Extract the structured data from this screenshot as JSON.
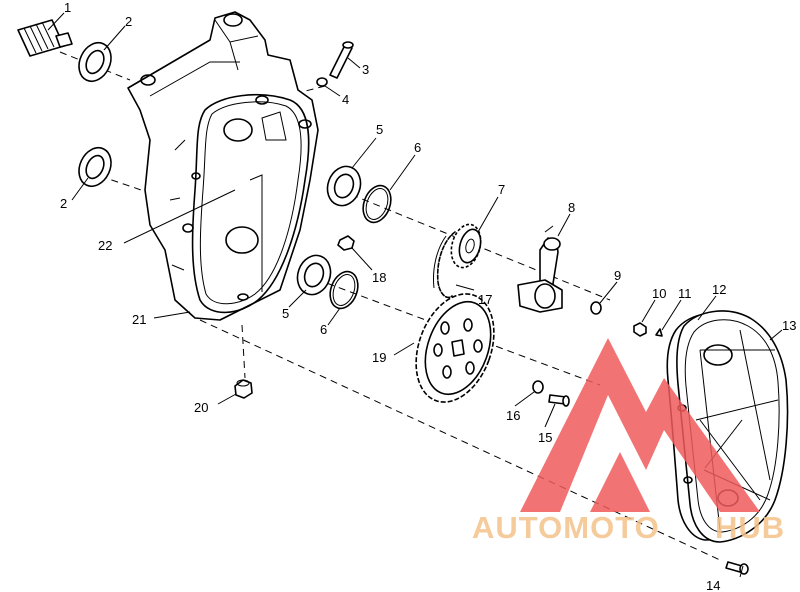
{
  "callouts": [
    {
      "id": "1",
      "label": "1"
    },
    {
      "id": "2a",
      "label": "2"
    },
    {
      "id": "2b",
      "label": "2"
    },
    {
      "id": "3",
      "label": "3"
    },
    {
      "id": "4",
      "label": "4"
    },
    {
      "id": "5a",
      "label": "5"
    },
    {
      "id": "5b",
      "label": "5"
    },
    {
      "id": "6a",
      "label": "6"
    },
    {
      "id": "6b",
      "label": "6"
    },
    {
      "id": "7",
      "label": "7"
    },
    {
      "id": "8",
      "label": "8"
    },
    {
      "id": "9",
      "label": "9"
    },
    {
      "id": "10",
      "label": "10"
    },
    {
      "id": "11",
      "label": "11"
    },
    {
      "id": "12",
      "label": "12"
    },
    {
      "id": "13",
      "label": "13"
    },
    {
      "id": "14",
      "label": "14"
    },
    {
      "id": "15",
      "label": "15"
    },
    {
      "id": "16",
      "label": "16"
    },
    {
      "id": "17",
      "label": "17"
    },
    {
      "id": "18",
      "label": "18"
    },
    {
      "id": "19",
      "label": "19"
    },
    {
      "id": "20",
      "label": "20"
    },
    {
      "id": "21",
      "label": "21"
    },
    {
      "id": "22",
      "label": "22"
    }
  ],
  "watermark": {
    "text_part1": "AUTOMOTO",
    "text_part2": "HUB",
    "color_primary": "#f05a5a",
    "color_secondary": "#f5c28a"
  }
}
